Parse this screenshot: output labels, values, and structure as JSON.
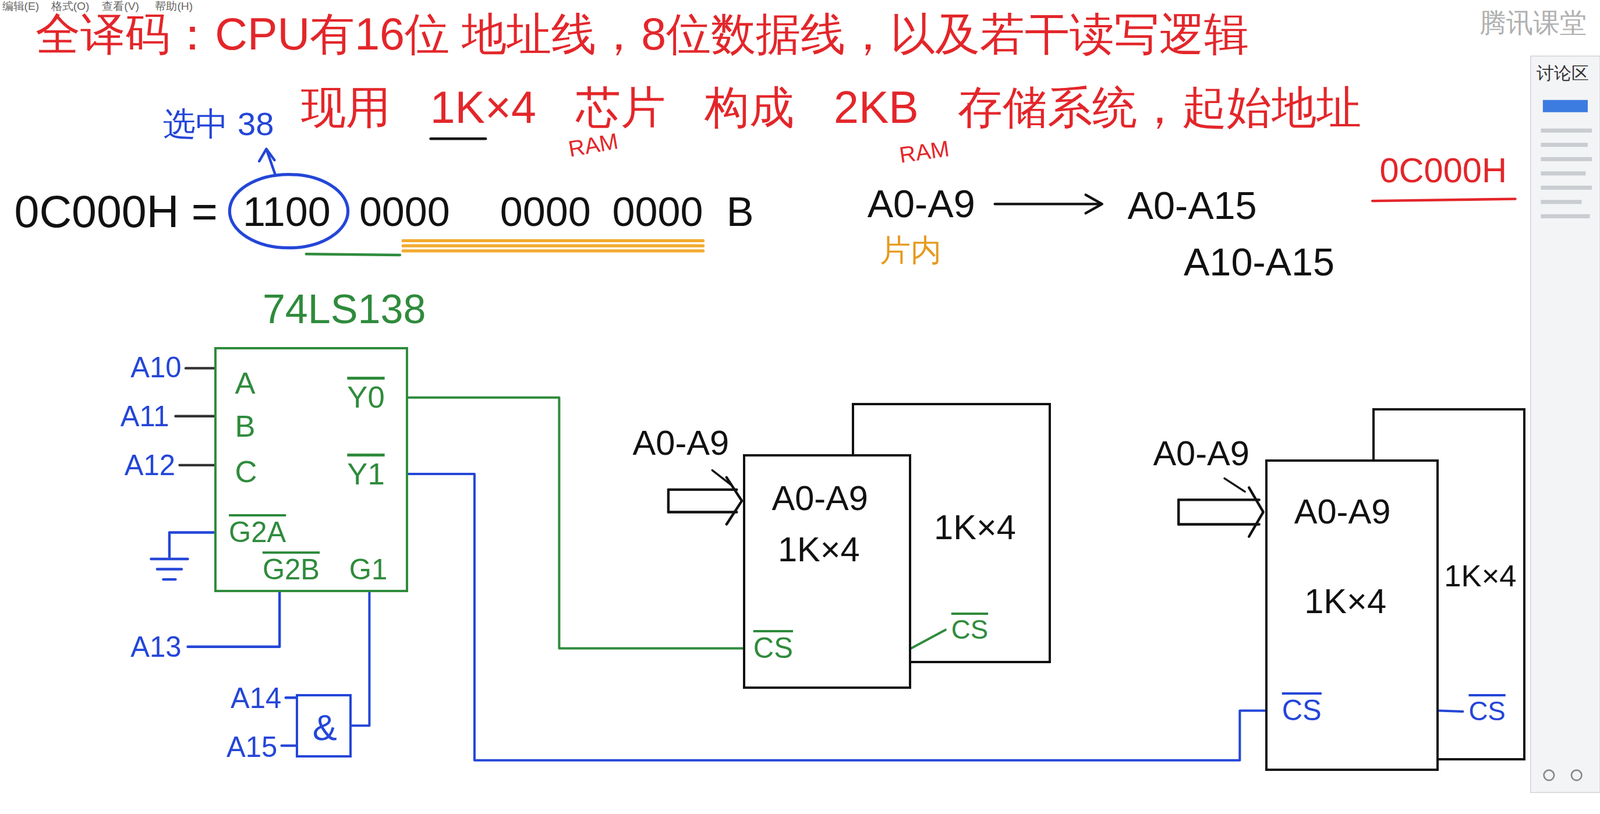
{
  "diagram": {
    "nodes": [
      {
        "text": [
          "74LS138",
          "A",
          "B",
          "C",
          "Y0",
          "Y1",
          "G2A",
          "G2B",
          "G1"
        ]
      },
      {
        "text": [
          "&"
        ]
      },
      {
        "text": [
          "A0-A9",
          "1K×4",
          "CS"
        ]
      },
      {
        "text": [
          "1K×4",
          "CS"
        ]
      },
      {
        "text": [
          "A0-A9",
          "1K×4",
          "CS"
        ]
      },
      {
        "text": [
          "1K×4",
          "CS"
        ]
      }
    ],
    "edges": [
      {
        "from": 1,
        "to": 0,
        "arrow": "none"
      },
      {
        "from": 0,
        "to": 2,
        "arrow": "none"
      },
      {
        "from": 2,
        "to": 3,
        "arrow": "none"
      },
      {
        "from": 0,
        "to": 4,
        "arrow": "none"
      },
      {
        "from": 4,
        "to": 5,
        "arrow": "none"
      }
    ],
    "labels": [
      "编辑(E)",
      "格式(O)",
      "查看(V)",
      "帮助(H)",
      "全译码：CPU有16位 地址线，8位数据线，以及若干读写逻辑",
      "现用 1K×4 芯片 构成 2KB 存储系统，起始地址",
      "RAM",
      "RAM",
      "0C000H",
      "选中 38",
      "0C000H =",
      "1100",
      "0000",
      "0000",
      "0000",
      "B",
      "A0-A9",
      "A0-A15",
      "A10-A15",
      "片内",
      "A10",
      "A11",
      "A12",
      "A13",
      "A14",
      "A15",
      "A0-A9",
      "A0-A9",
      "腾讯课堂",
      "讨论区"
    ]
  }
}
